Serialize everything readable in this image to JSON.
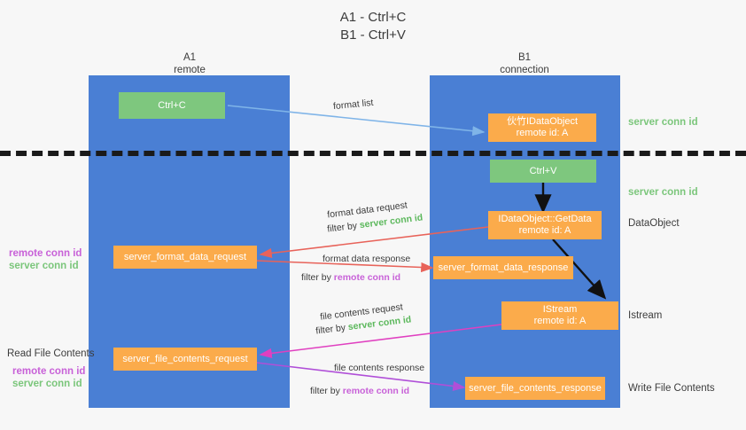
{
  "title": {
    "line1": "A1 - Ctrl+C",
    "line2": "B1 - Ctrl+V"
  },
  "columns": [
    {
      "name": "A1",
      "sub": "remote"
    },
    {
      "name": "B1",
      "sub": "connection"
    }
  ],
  "boxes": {
    "ctrl_c": {
      "label": "Ctrl+C"
    },
    "ctrl_v": {
      "label": "Ctrl+V"
    },
    "idataobject": {
      "line1": "伙竹IDataObject",
      "line2": "remote id: A"
    },
    "getdata": {
      "line1": "IDataObject::GetData",
      "line2": "remote id: A"
    },
    "istream": {
      "line1": "IStream",
      "line2": "remote id: A"
    },
    "server_format_data_request": {
      "label": "server_format_data_request"
    },
    "server_format_data_response": {
      "label": "server_format_data_response"
    },
    "server_file_contents_request": {
      "label": "server_file_contents_request"
    },
    "server_file_contents_response": {
      "label": "server_file_contents_response"
    }
  },
  "right_notes": {
    "server_conn_id_1": "server conn id",
    "server_conn_id_2": "server conn id",
    "dataobject": "DataObject",
    "istream": "Istream",
    "write_file_contents": "Write File Contents"
  },
  "left_notes": {
    "remote_conn_id_1": "remote conn id",
    "server_conn_id_1": "server conn id",
    "read_file_contents": "Read File Contents",
    "remote_conn_id_2": "remote conn id",
    "server_conn_id_2": "server conn id"
  },
  "flows": {
    "format_list": "format list",
    "format_data_request": "format data request",
    "format_data_request_filter_prefix": "filter by ",
    "format_data_request_filter_value": "server conn id",
    "format_data_response": "format data response",
    "format_data_response_filter_prefix": "filter by ",
    "format_data_response_filter_value": "remote conn id",
    "file_contents_request": "file contents request",
    "file_contents_request_filter_prefix": "filter by ",
    "file_contents_request_filter_value": "server conn id",
    "file_contents_response": "file contents response",
    "file_contents_response_filter_prefix": "filter by ",
    "file_contents_response_filter_value": "remote conn id"
  },
  "colors": {
    "lane": "#4a7fd4",
    "green_box": "#7ec77e",
    "orange_box": "#fbab4b",
    "server_conn": "#7bc67b",
    "remote_conn": "#c861d8",
    "arrow_blue": "#7fb4e8",
    "arrow_red": "#e8635a",
    "arrow_magenta": "#e040c0",
    "arrow_purple": "#b04fd8",
    "arrow_black": "#111111",
    "background": "#f7f7f7"
  }
}
